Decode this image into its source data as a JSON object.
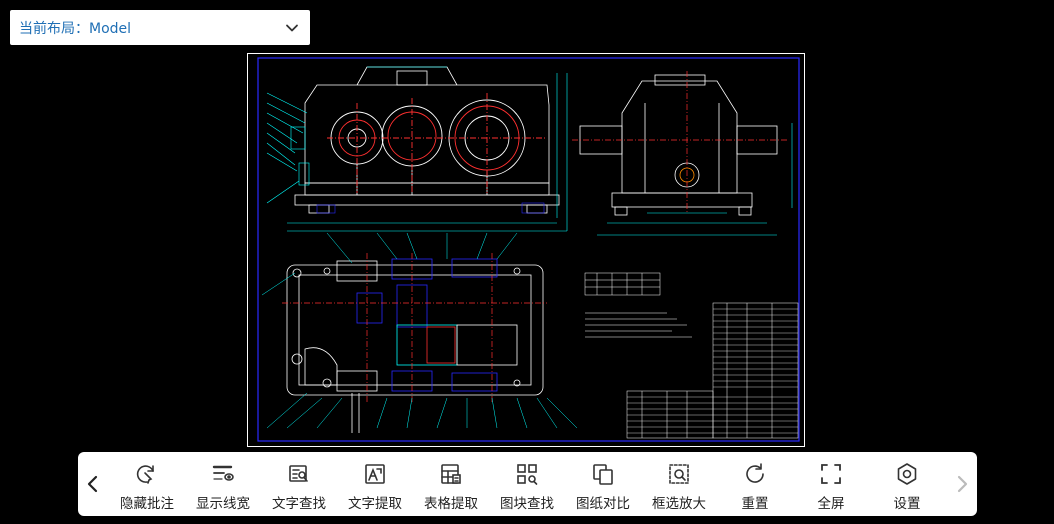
{
  "layout_selector": {
    "label": "当前布局：Model"
  },
  "toolbar": {
    "tools": [
      {
        "label": "隐藏批注",
        "icon": "hide-annotation-icon"
      },
      {
        "label": "显示线宽",
        "icon": "line-width-icon"
      },
      {
        "label": "文字查找",
        "icon": "text-search-icon"
      },
      {
        "label": "文字提取",
        "icon": "text-extract-icon"
      },
      {
        "label": "表格提取",
        "icon": "table-extract-icon"
      },
      {
        "label": "图块查找",
        "icon": "block-search-icon"
      },
      {
        "label": "图纸对比",
        "icon": "drawing-compare-icon"
      },
      {
        "label": "框选放大",
        "icon": "zoom-box-icon"
      },
      {
        "label": "重置",
        "icon": "reset-icon"
      },
      {
        "label": "全屏",
        "icon": "fullscreen-icon"
      },
      {
        "label": "设置",
        "icon": "settings-icon"
      }
    ]
  },
  "colors": {
    "canvas_bg": "#000000",
    "selector_text": "#1f6fb5",
    "drawing_border": "#ffffff",
    "drawing_frame": "#2a2aff",
    "drawing_line": "#00ffff",
    "drawing_center": "#ff2020"
  }
}
